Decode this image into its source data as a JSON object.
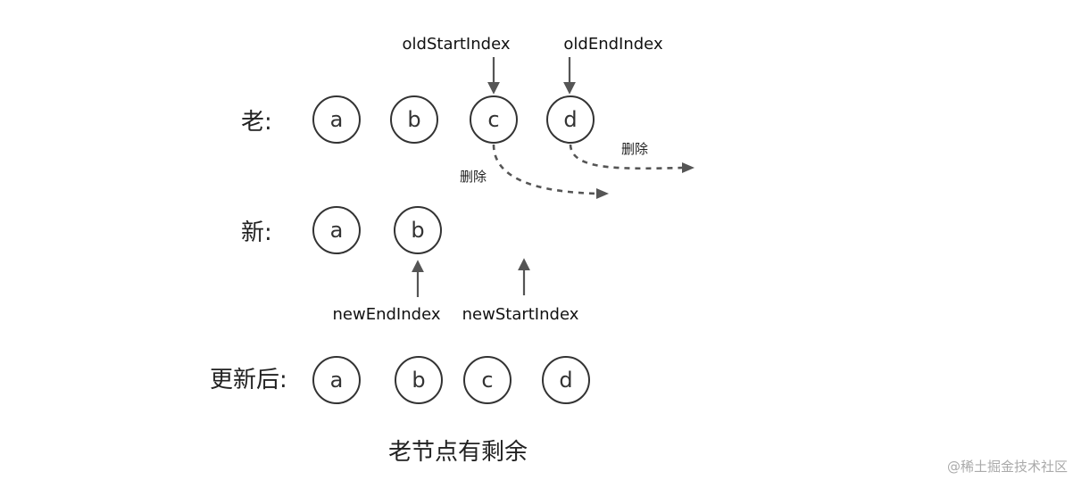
{
  "rows": {
    "old": {
      "label": "老:",
      "nodes": [
        "a",
        "b",
        "c",
        "d"
      ]
    },
    "new": {
      "label": "新:",
      "nodes": [
        "a",
        "b"
      ]
    },
    "updated": {
      "label": "更新后:",
      "nodes": [
        "a",
        "b",
        "c",
        "d"
      ]
    }
  },
  "pointers": {
    "old_start": "oldStartIndex",
    "old_end": "oldEndIndex",
    "new_end": "newEndIndex",
    "new_start": "newStartIndex"
  },
  "delete_labels": [
    "删除",
    "删除"
  ],
  "caption": "老节点有剩余",
  "watermark": "@稀土掘金技术社区",
  "colors": {
    "stroke": "#333333",
    "arrow": "#555555",
    "text": "#222222",
    "watermark": "#aaaaaa"
  }
}
